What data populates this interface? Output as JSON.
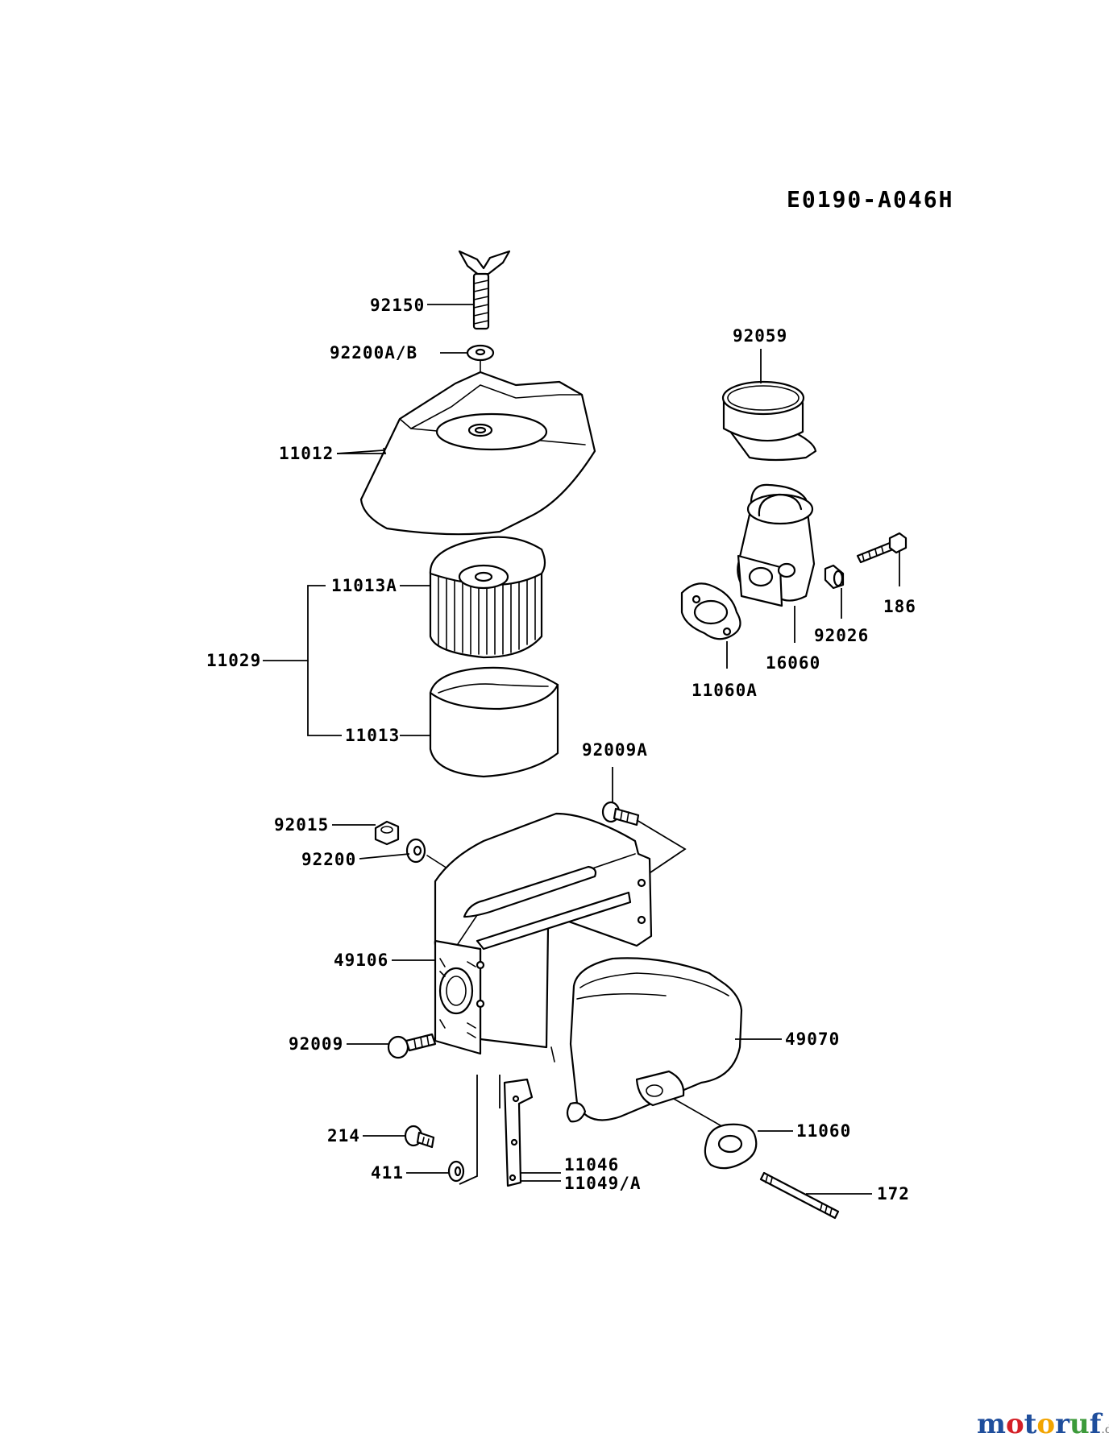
{
  "diagram": {
    "code": "E0190-A046H",
    "labels": {
      "p92150": "92150",
      "p92200ab": "92200A/B",
      "p11012": "11012",
      "p11013a": "11013A",
      "p11029": "11029",
      "p11013": "11013",
      "p92059": "92059",
      "p186": "186",
      "p92026": "92026",
      "p16060": "16060",
      "p11060a": "11060A",
      "p92009a": "92009A",
      "p92015": "92015",
      "p92200": "92200",
      "p49106": "49106",
      "p92009": "92009",
      "p49070": "49070",
      "p11060": "11060",
      "p214": "214",
      "p411": "411",
      "p11046": "11046",
      "p11049a": "11049/A",
      "p172": "172"
    }
  },
  "watermark": {
    "letters": [
      "m",
      "o",
      "t",
      "o",
      "r",
      "u",
      "f"
    ],
    "colors": [
      "#1f4e9c",
      "#d41f26",
      "#1f4e9c",
      "#f2a400",
      "#1f4e9c",
      "#3c9a3a",
      "#1f4e9c"
    ],
    "suffix": ".de"
  }
}
